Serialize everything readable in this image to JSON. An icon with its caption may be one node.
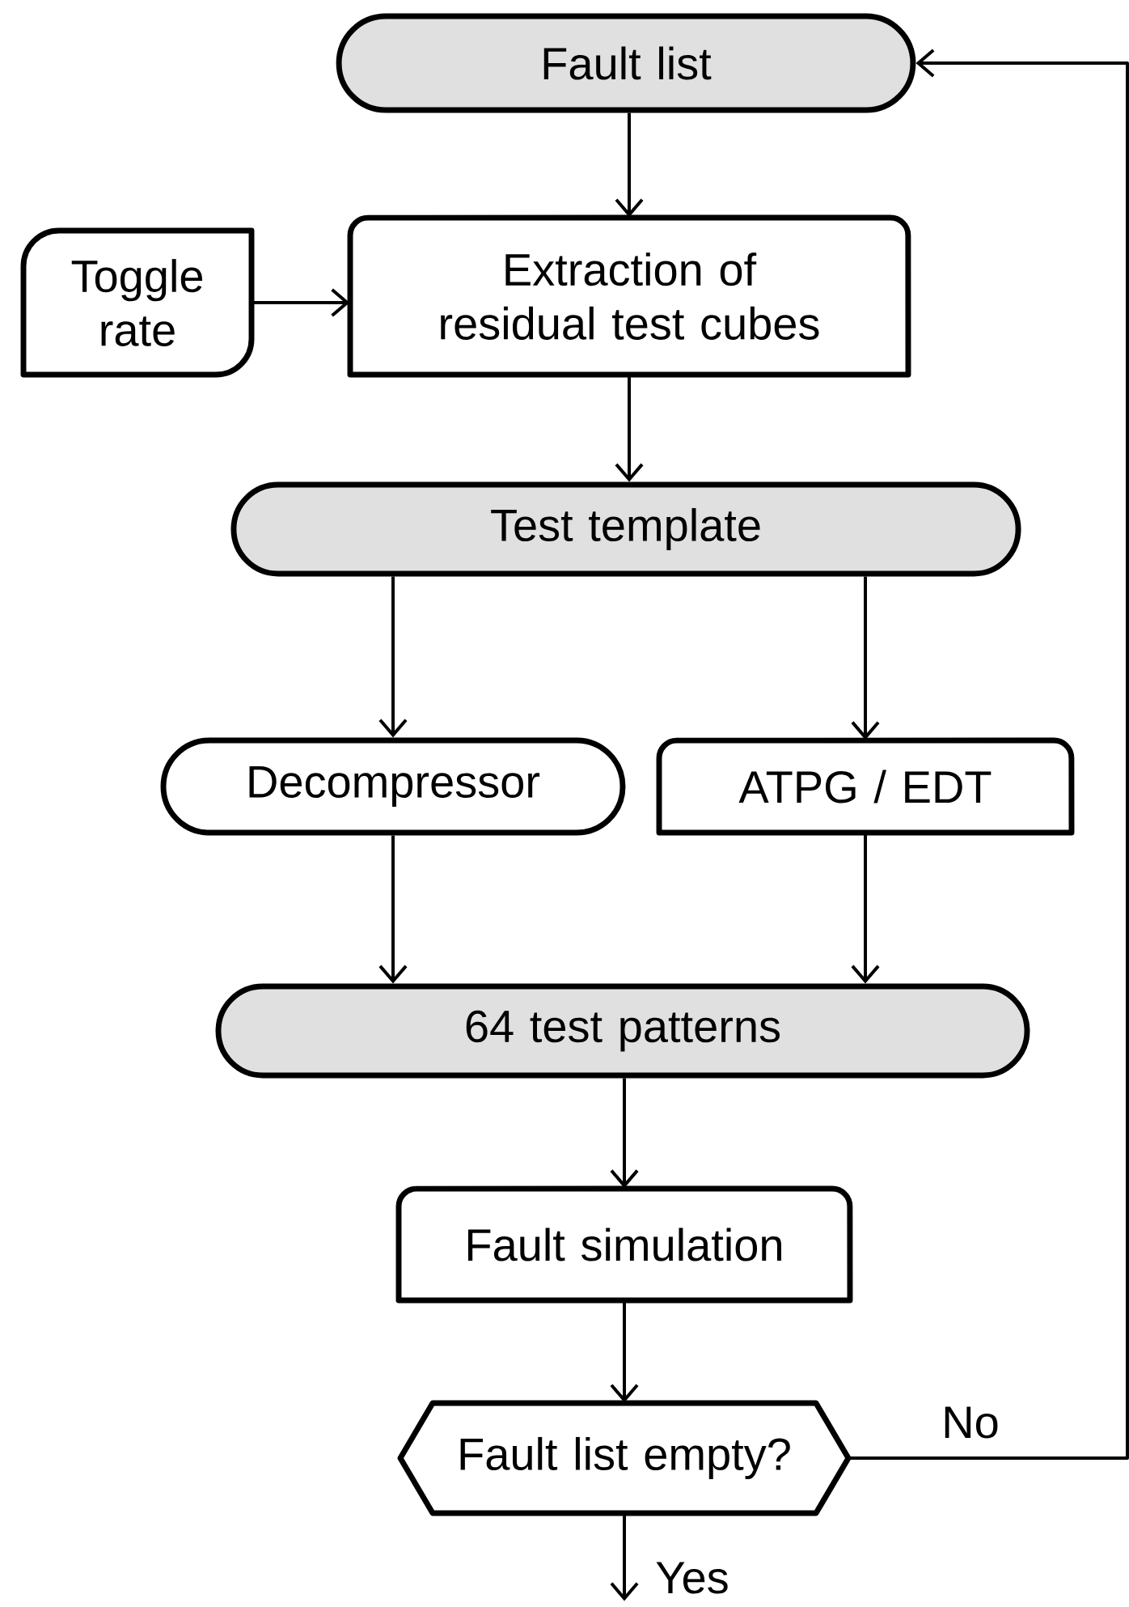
{
  "diagram": {
    "nodes": [
      {
        "text": [
          "Fault list"
        ]
      },
      {
        "text": [
          "Toggle rate"
        ]
      },
      {
        "text": [
          "Extraction of residual test cubes"
        ]
      },
      {
        "text": [
          "Test template"
        ]
      },
      {
        "text": [
          "Decompressor"
        ]
      },
      {
        "text": [
          "ATPG / EDT"
        ]
      },
      {
        "text": [
          "64 test patterns"
        ]
      },
      {
        "text": [
          "Fault simulation"
        ]
      },
      {
        "text": [
          "Fault list empty?"
        ]
      }
    ],
    "edges": [
      {
        "from": 0,
        "to": 2,
        "arrow": "to"
      },
      {
        "from": 1,
        "to": 2,
        "arrow": "to"
      },
      {
        "from": 2,
        "to": 3,
        "arrow": "to"
      },
      {
        "from": 3,
        "to": 4,
        "arrow": "to"
      },
      {
        "from": 3,
        "to": 5,
        "arrow": "to"
      },
      {
        "from": 4,
        "to": 6,
        "arrow": "to"
      },
      {
        "from": 5,
        "to": 6,
        "arrow": "to"
      },
      {
        "from": 6,
        "to": 7,
        "arrow": "to"
      },
      {
        "from": 7,
        "to": 8,
        "arrow": "to"
      },
      {
        "from": 8,
        "to": 0,
        "arrow": "to",
        "label": "No"
      },
      {
        "from": 8,
        "to": null,
        "arrow": "to",
        "label": "Yes"
      }
    ]
  }
}
